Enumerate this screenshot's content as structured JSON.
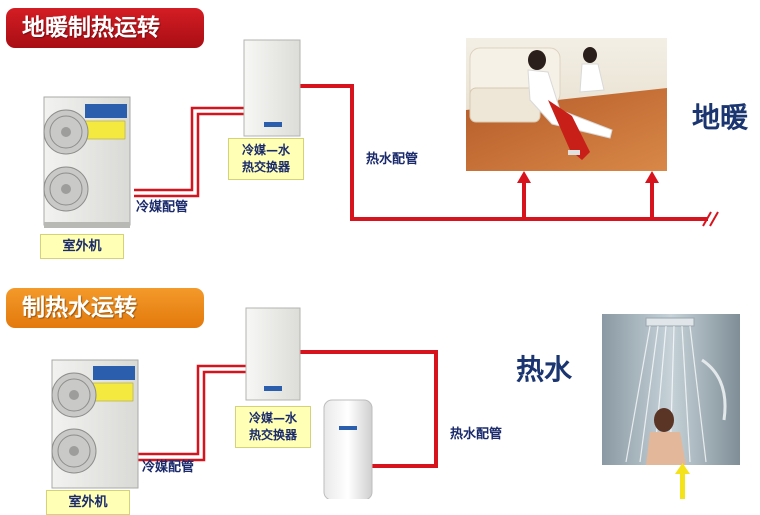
{
  "section_floor": {
    "banner_title": "地暖制热运转",
    "outdoor_unit_label": "室外机",
    "refrigerant_pipe_label": "冷媒配管",
    "exchanger_label_line1": "冷媒—水",
    "exchanger_label_line2": "热交换器",
    "hot_water_pipe_label": "热水配管",
    "application_label": "地暖"
  },
  "section_water": {
    "banner_title": "制热水运转",
    "outdoor_unit_label": "室外机",
    "refrigerant_pipe_label": "冷媒配管",
    "exchanger_label_line1": "冷媒—水",
    "exchanger_label_line2": "热交换器",
    "hot_water_pipe_label": "热水配管",
    "application_label": "热水"
  },
  "colors": {
    "banner_top": "#c8141c",
    "banner_bottom": "#ee8b1a",
    "pipe_red": "#d7141e",
    "label_box_fill": "#ffffb6",
    "text_navy": "#1a2a6b",
    "arrow_yellow": "#f4e21a"
  },
  "icons": {
    "outdoor_unit": "outdoor-unit-fan-icon",
    "indoor_unit": "hydrobox-unit-icon",
    "water_tank": "water-tank-icon",
    "floor_photo": "floor-heating-photo",
    "shower_photo": "shower-photo"
  }
}
